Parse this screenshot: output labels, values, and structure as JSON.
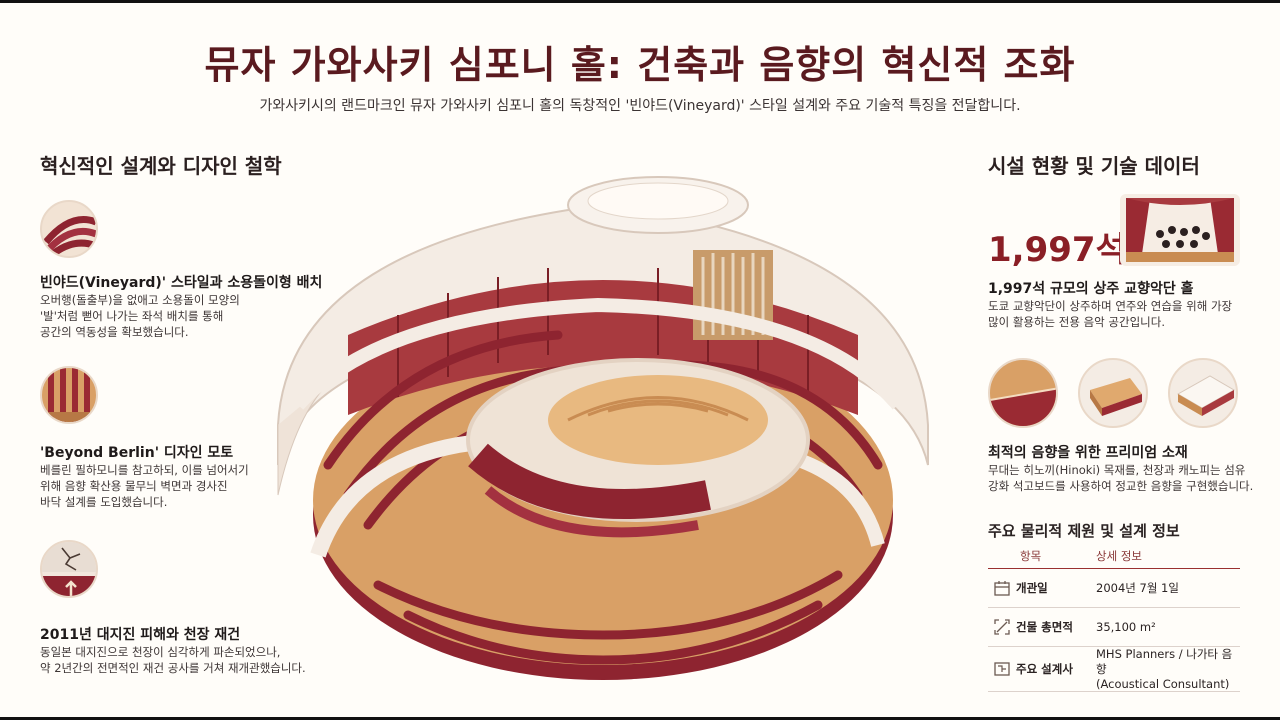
{
  "title": "뮤자 가와사키 심포니 홀: 건축과 음향의 혁신적 조화",
  "subtitle": "가와사키시의 랜드마크인 뮤자 가와사키 심포니 홀의 독창적인 '빈야드(Vineyard)' 스타일 설계와 주요 기술적 특징을 전달합니다.",
  "left": {
    "heading": "혁신적인 설계와 디자인 철학",
    "items": [
      {
        "title": "빈야드(Vineyard)' 스타일과 소용돌이형 배치",
        "desc": "오버행(돌출부)을 없애고 소용돌이 모양의\n'발'처럼 뻗어 나가는 좌석 배치를 통해\n공간의 역동성을 확보했습니다."
      },
      {
        "title": "'Beyond Berlin' 디자인 모토",
        "desc": "베를린 필하모니를 참고하되, 이를 넘어서기\n위해 음향 확산용 물무늬 벽면과 경사진\n바닥 설계를 도입했습니다."
      },
      {
        "title": "2011년 대지진 피해와 천장 재건",
        "desc": "동일본 대지진으로 천장이 심각하게 파손되었으나,\n약 2년간의 전면적인 재건 공사를 거쳐 재개관했습니다."
      }
    ]
  },
  "right": {
    "heading": "시설 현황 및 기술 데이터",
    "seats_big": "1,997석",
    "seats_title": "1,997석 규모의 상주 교향악단 홀",
    "seats_desc": "도쿄 교향악단이 상주하며 연주와 연습을 위해 가장\n많이 활용하는 전용 음악 공간입니다.",
    "material_title": "최적의 음향을 위한 프리미엄 소재",
    "material_desc": "무대는 히노끼(Hinoki) 목재를, 천장과 캐노피는 섬유\n강화 석고보드를 사용하여 정교한 음향을 구현했습니다.",
    "spec_heading": "주요 물리적 제원 및 설계 정보",
    "spec_cols": [
      "항목",
      "상세 정보"
    ],
    "spec_rows": [
      {
        "icon": "calendar-icon",
        "label": "개관일",
        "value": "2004년 7월 1일"
      },
      {
        "icon": "area-icon",
        "label": "건물 총면적",
        "value": "35,100 m²"
      },
      {
        "icon": "blueprint-icon",
        "label": "주요 설계사",
        "value": "MHS Planners / 나가타 음향\n(Acoustical Consultant)"
      }
    ]
  },
  "colors": {
    "accent": "#8a1f26",
    "wood": "#d9a066",
    "seat": "#8e2430",
    "shell": "#f4ece4"
  }
}
